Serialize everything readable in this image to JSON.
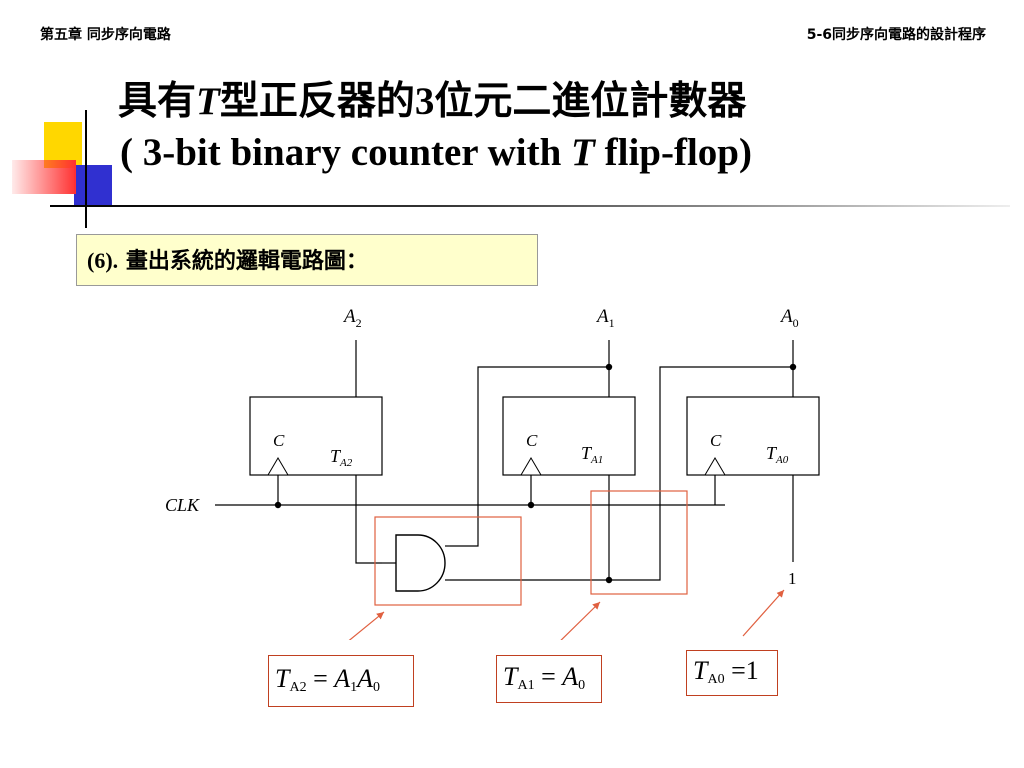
{
  "header": {
    "left": "第五章 同步序向電路",
    "right": "5-6同步序向電路的設計程序"
  },
  "title": {
    "line1_pre": "具有",
    "line1_T": "T",
    "line1_post": "型正反器的",
    "line1_num": "3",
    "line1_end": "位元二進位計數器",
    "line2_pre": "( 3-bit binary counter with ",
    "line2_T": "T",
    "line2_post": " flip-flop)"
  },
  "step": {
    "num": "(6).",
    "text": " 畫出系統的邏輯電路圖："
  },
  "circuit": {
    "outputs": {
      "a2_var": "A",
      "a2_sub": "2",
      "a1_var": "A",
      "a1_sub": "1",
      "a0_var": "A",
      "a0_sub": "0"
    },
    "clk_label": "CLK",
    "ff_clock_label": "C",
    "ff2_input": {
      "var": "T",
      "sub": "A2"
    },
    "ff1_input": {
      "var": "T",
      "sub": "A1"
    },
    "ff0_input": {
      "var": "T",
      "sub": "A0"
    },
    "constant_one": "1"
  },
  "equations": [
    {
      "lhs": "T",
      "lhs_sub": "A2",
      "eq": "=",
      "r1": "A",
      "r1_sub": "1",
      "r2": "A",
      "r2_sub": "0"
    },
    {
      "lhs": "T",
      "lhs_sub": "A1",
      "eq": "=",
      "r1": "A",
      "r1_sub": "0"
    },
    {
      "lhs": "T",
      "lhs_sub": "A0",
      "eq": "=",
      "r1": "1"
    }
  ],
  "colors": {
    "accent_red": "#E06040",
    "step_bg": "#FFFFCC",
    "square_yellow": "#FFD700",
    "square_blue": "#3030D0",
    "square_red": "#FF3030"
  }
}
